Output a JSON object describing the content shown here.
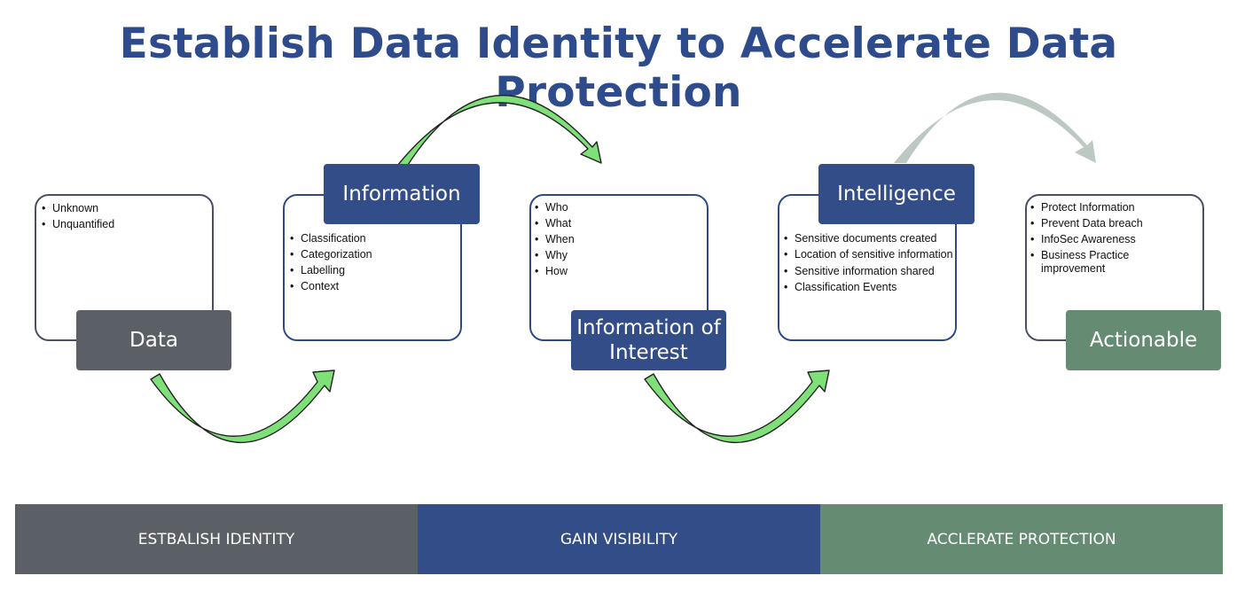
{
  "title": "Establish Data Identity to Accelerate Data Protection",
  "stages": {
    "data": {
      "label": "Data",
      "items": [
        "Unknown",
        "Unquantified"
      ]
    },
    "information": {
      "label": "Information",
      "items": [
        "Classification",
        "Categorization",
        "Labelling",
        "Context"
      ]
    },
    "interest": {
      "label": "Information of Interest",
      "items": [
        "Who",
        "What",
        "When",
        "Why",
        "How"
      ]
    },
    "intelligence": {
      "label": "Intelligence",
      "items": [
        "Sensitive documents created",
        "Location of sensitive information",
        "Sensitive information shared",
        "Classification Events"
      ]
    },
    "actionable": {
      "label": "Actionable",
      "items": [
        "Protect Information",
        "Prevent Data breach",
        "InfoSec Awareness",
        "Business Practice improvement"
      ]
    }
  },
  "bands": [
    {
      "label": "ESTBALISH IDENTITY",
      "color": "#5b5f66"
    },
    {
      "label": "GAIN VISIBILITY",
      "color": "#324d88"
    },
    {
      "label": "ACCLERATE PROTECTION",
      "color": "#658b72"
    }
  ],
  "colors": {
    "title": "#2e4c8c",
    "arrow_green": "#7fe07a",
    "arrow_gray": "#bdc8c2"
  }
}
